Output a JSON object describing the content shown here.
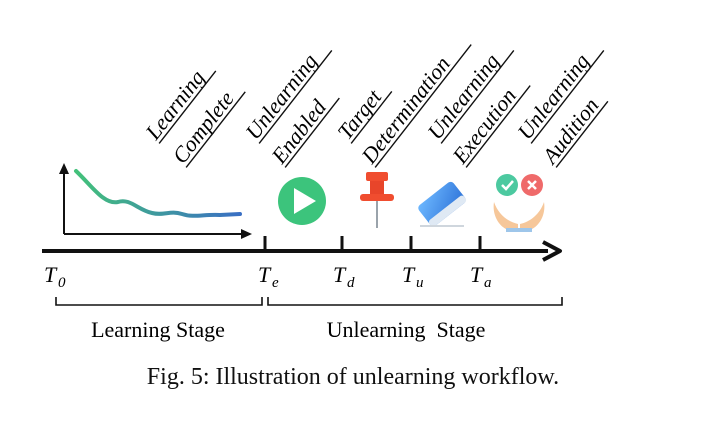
{
  "phases": [
    {
      "line1": "Learning",
      "line2": "Complete"
    },
    {
      "line1": "Unlearning",
      "line2": "Enabled"
    },
    {
      "line1": "Target",
      "line2": "Determination"
    },
    {
      "line1": "Unlearning",
      "line2": "Execution"
    },
    {
      "line1": "Unlearning",
      "line2": "Audition"
    }
  ],
  "timeline_ticks": [
    {
      "main": "T",
      "sub": "0"
    },
    {
      "main": "T",
      "sub": "e"
    },
    {
      "main": "T",
      "sub": "d"
    },
    {
      "main": "T",
      "sub": "u"
    },
    {
      "main": "T",
      "sub": "a"
    }
  ],
  "stages": {
    "learning": "Learning Stage",
    "unlearning": "Unlearning  Stage"
  },
  "caption": "Fig. 5: Illustration of unlearning workflow.",
  "icons": [
    "learning-curve-icon",
    "play-button-icon",
    "push-pin-icon",
    "eraser-icon",
    "audit-hands-icon"
  ],
  "colors": {
    "play": "#3cc47c",
    "pin": "#f04d2f",
    "eraser": "#3a8fe6",
    "check": "#4cc9a0",
    "cross": "#ef6a6a",
    "hands": "#f6c79a",
    "curve_start": "#43c17a",
    "curve_end": "#3a6fc4"
  }
}
